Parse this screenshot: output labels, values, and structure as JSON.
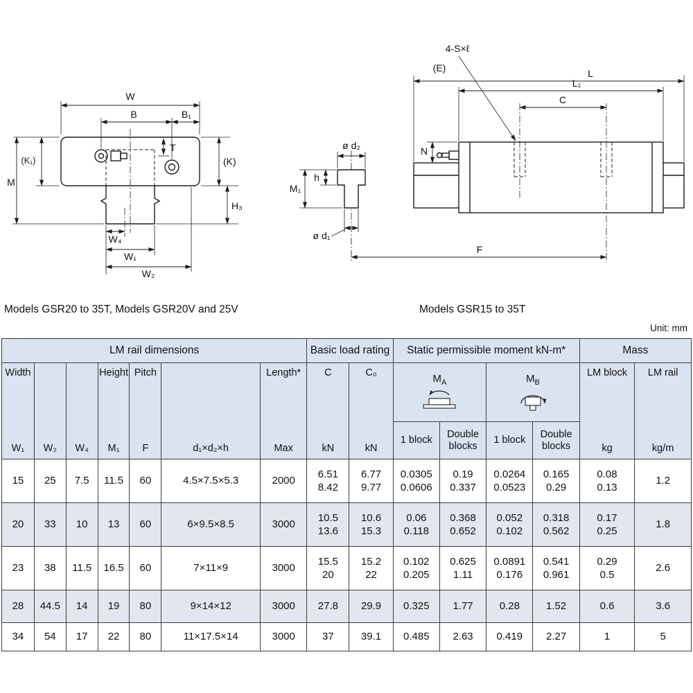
{
  "captions": {
    "left": "Models GSR20 to 35T, Models GSR20V and 25V",
    "right": "Models GSR15 to 35T",
    "unit": "Unit: mm"
  },
  "diagram_left": {
    "w": "W",
    "b": "B",
    "b1": "B₁",
    "t": "T",
    "k": "(K)",
    "k1": "(K₁)",
    "m": "M",
    "h3": "H₃",
    "w4": "W₄",
    "w1": "W₁",
    "w2": "W₂"
  },
  "diagram_right": {
    "s": "4-S×ℓ",
    "e": "(E)",
    "l": "L",
    "l1": "L₁",
    "c": "C",
    "n": "N",
    "h": "h",
    "m1": "M₁",
    "d2": "ø d₂",
    "d1": "ø d₁",
    "f": "F"
  },
  "table": {
    "groups": {
      "rail": "LM rail dimensions",
      "load": "Basic load rating",
      "moment": "Static permissible moment kN-m*",
      "mass": "Mass"
    },
    "cols": {
      "width_top": "Width",
      "width_bot": "W₁",
      "w2": "W₂",
      "w4": "W₄",
      "height_top": "Height",
      "height_bot": "M₁",
      "pitch_top": "Pitch",
      "pitch_bot": "F",
      "d": "d₁×d₂×h",
      "length_top": "Length*",
      "length_bot": "Max",
      "c_top": "C",
      "c_bot": "kN",
      "c0_top": "C₀",
      "c0_bot": "kN",
      "ma_m": "M",
      "ma_sub": "A",
      "mb_m": "M",
      "mb_sub": "B",
      "one_block": "1 block",
      "double_blocks": "Double blocks",
      "lmblock_top": "LM block",
      "lmblock_bot": "kg",
      "lmrail_top": "LM rail",
      "lmrail_bot": "kg/m"
    },
    "rows": [
      {
        "cells": [
          "15",
          "25",
          "7.5",
          "11.5",
          "60",
          "4.5×7.5×5.3",
          "2000",
          "6.51\n8.42",
          "6.77\n9.77",
          "0.0305\n0.0606",
          "0.19\n0.337",
          "0.0264\n0.0523",
          "0.165\n0.29",
          "0.08\n0.13",
          "1.2"
        ]
      },
      {
        "cells": [
          "20",
          "33",
          "10",
          "13",
          "60",
          "6×9.5×8.5",
          "3000",
          "10.5\n13.6",
          "10.6\n15.3",
          "0.06\n0.118",
          "0.368\n0.652",
          "0.052\n0.102",
          "0.318\n0.562",
          "0.17\n0.25",
          "1.8"
        ]
      },
      {
        "cells": [
          "23",
          "38",
          "11.5",
          "16.5",
          "60",
          "7×11×9",
          "3000",
          "15.5\n20",
          "15.2\n22",
          "0.102\n0.205",
          "0.625\n1.11",
          "0.0891\n0.176",
          "0.541\n0.961",
          "0.29\n0.5",
          "2.6"
        ]
      },
      {
        "cells": [
          "28",
          "44.5",
          "14",
          "19",
          "80",
          "9×14×12",
          "3000",
          "27.8",
          "29.9",
          "0.325",
          "1.77",
          "0.28",
          "1.52",
          "0.6",
          "3.6"
        ]
      },
      {
        "cells": [
          "34",
          "54",
          "17",
          "22",
          "80",
          "11×17.5×14",
          "3000",
          "37",
          "39.1",
          "0.485",
          "2.63",
          "0.419",
          "2.27",
          "1",
          "5"
        ]
      }
    ]
  }
}
